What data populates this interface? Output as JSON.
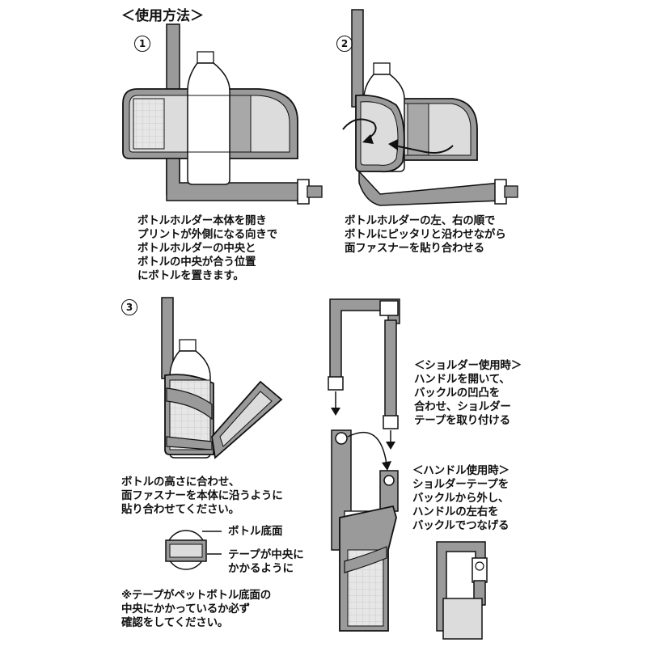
{
  "title": "＜使用方法＞",
  "steps": {
    "s1": {
      "number": "1",
      "lines": [
        "ボトルホルダー本体を開き",
        "プリントが外側になる向きで",
        "ボトルホルダーの中央と",
        "ボトルの中央が合う位置",
        "にボトルを置きます。"
      ]
    },
    "s2": {
      "number": "2",
      "lines": [
        "ボトルホルダーの左、右の順で",
        "ボトルにピッタリと沿わせながら",
        "面ファスナーを貼り合わせる"
      ]
    },
    "s3": {
      "number": "3",
      "lines": [
        "ボトルの高さに合わせ、",
        "面ファスナーを本体に沿うように",
        "貼り合わせてください。"
      ]
    }
  },
  "bottom_labels": {
    "bottle_bottom": "ボトル底面",
    "tape_center_line1": "テープが中央に",
    "tape_center_line2": "かかるように"
  },
  "caution": {
    "lines": [
      "※テープがペットボトル底面の",
      "中央にかかっているか必ず",
      "確認をしてください。"
    ]
  },
  "shoulder": {
    "lines": [
      "＜ショルダー使用時＞",
      "ハンドルを開いて、",
      "バックルの凹凸を",
      "合わせ、ショルダー",
      "テープを取り付ける"
    ]
  },
  "handle": {
    "lines": [
      "＜ハンドル使用時＞",
      "ショルダーテープを",
      "バックルから外し、",
      "ハンドルの左右を",
      "バックルでつなげる"
    ]
  },
  "colors": {
    "outline": "#111111",
    "strap": "#9a9a9a",
    "panel": "#dddddd",
    "inner": "#bdbdbd"
  }
}
